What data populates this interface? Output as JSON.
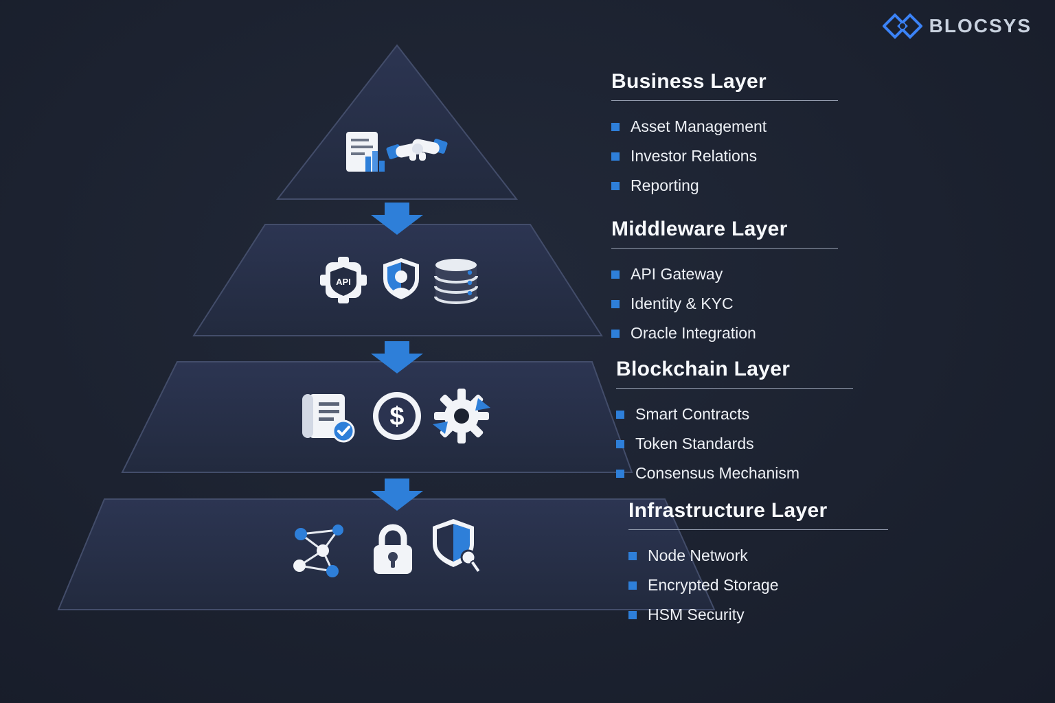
{
  "logo": {
    "text": "BLOCSYS",
    "mark_icon": "chain-diamonds-icon"
  },
  "colors": {
    "background": "#1c2230",
    "pyramid_fill_top": "#2b3450",
    "pyramid_fill_bottom": "#222a3e",
    "pyramid_stroke": "#434d6a",
    "accent_blue": "#2e7fd9",
    "heading_rule": "#97a0b2",
    "text": "#eef1f6"
  },
  "diagram": {
    "type": "pyramid",
    "layers": [
      {
        "title": "Business Layer",
        "items": [
          "Asset Management",
          "Investor Relations",
          "Reporting"
        ],
        "icons": [
          "document-chart-icon",
          "handshake-icon"
        ]
      },
      {
        "title": "Middleware Layer",
        "items": [
          "API Gateway",
          "Identity & KYC",
          "Oracle Integration"
        ],
        "icons": [
          "api-badge-icon",
          "identity-shield-icon",
          "database-icon"
        ]
      },
      {
        "title": "Blockchain Layer",
        "items": [
          "Smart Contracts",
          "Token Standards",
          "Consensus Mechanism"
        ],
        "icons": [
          "smart-contract-icon",
          "dollar-coin-icon",
          "gear-icon"
        ]
      },
      {
        "title": "Infrastructure Layer",
        "items": [
          "Node Network",
          "Encrypted Storage",
          "HSM Security"
        ],
        "icons": [
          "node-network-icon",
          "padlock-icon",
          "shield-key-icon"
        ]
      }
    ]
  }
}
